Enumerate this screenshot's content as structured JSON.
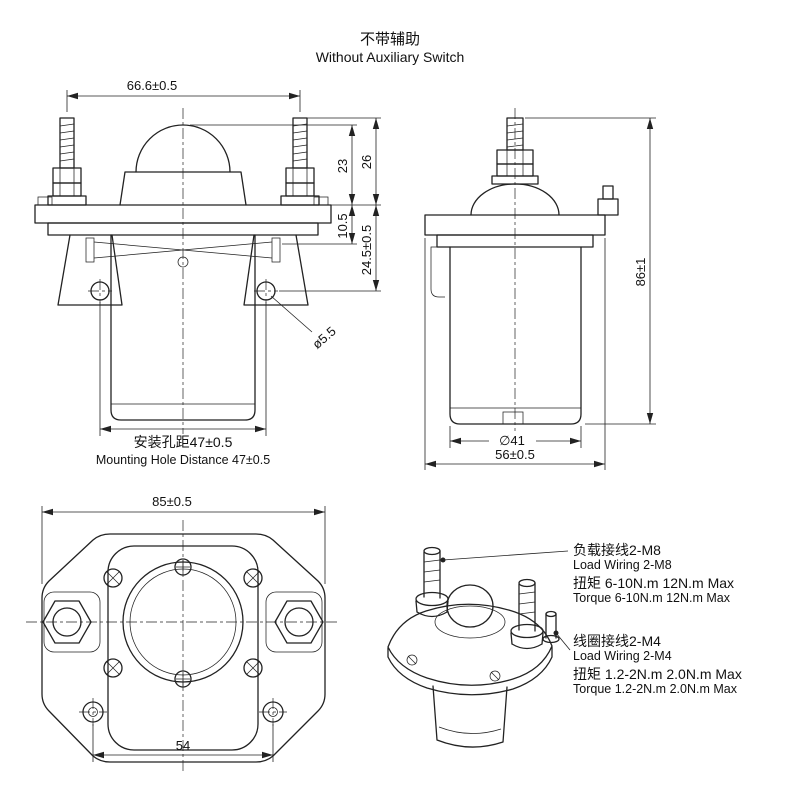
{
  "title": {
    "zh": "不带辅助",
    "en": "Without Auxiliary Switch"
  },
  "front_view": {
    "dim_top_width": "66.6±0.5",
    "dim_26": "26",
    "dim_23": "23",
    "dim_10_5": "10.5",
    "dim_24_5": "24.5±0.5",
    "dim_hole_dia": "ø5.5",
    "note_zh": "安装孔距47±0.5",
    "note_en": "Mounting Hole Distance 47±0.5"
  },
  "side_view": {
    "dim_height": "86±1",
    "dim_body_dia": "∅41",
    "dim_width": "56±0.5"
  },
  "top_view": {
    "dim_width": "85±0.5",
    "dim_hole_spacing": "54"
  },
  "iso_view": {
    "load_label_zh": "负载接线2-M8",
    "load_label_en": "Load Wiring 2-M8",
    "load_torque_zh": "扭矩 6-10N.m  12N.m Max",
    "load_torque_en": "Torque 6-10N.m  12N.m Max",
    "coil_label_zh": "线圈接线2-M4",
    "coil_label_en": "Load Wiring 2-M4",
    "coil_torque_zh": "扭矩 1.2-2N.m  2.0N.m Max",
    "coil_torque_en": "Torque 1.2-2N.m  2.0N.m Max"
  },
  "colors": {
    "line": "#222222",
    "background": "#ffffff"
  }
}
